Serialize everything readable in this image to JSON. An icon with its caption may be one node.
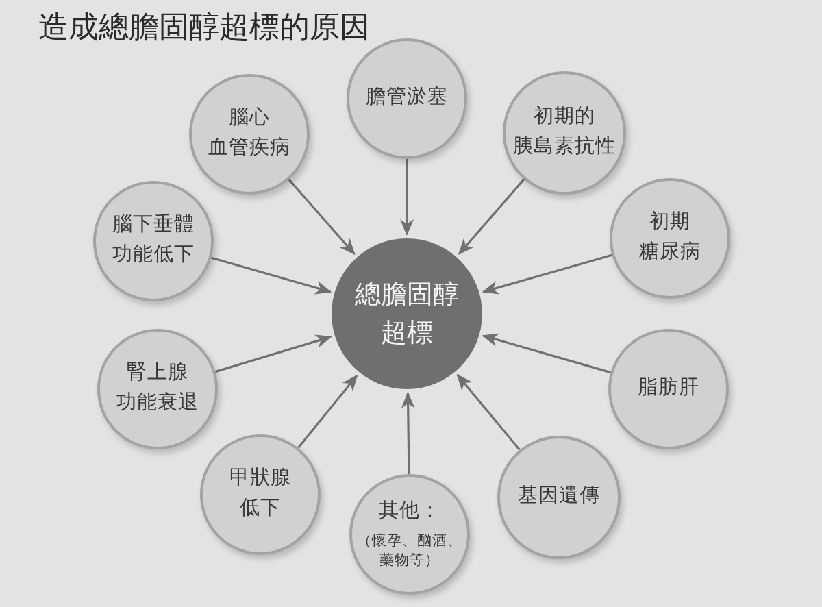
{
  "diagram": {
    "title": "造成總膽固醇超標的原因",
    "nodes": [
      {
        "text": [
          "總膽固醇超標"
        ]
      },
      {
        "text": [
          "膽管淤塞"
        ]
      },
      {
        "text": [
          "初期的胰島素抗性"
        ]
      },
      {
        "text": [
          "初期糖尿病"
        ]
      },
      {
        "text": [
          "脂肪肝"
        ]
      },
      {
        "text": [
          "基因遺傳"
        ]
      },
      {
        "text": [
          "其他：",
          "（懷孕、酗酒、藥物等）"
        ]
      },
      {
        "text": [
          "甲狀腺低下"
        ]
      },
      {
        "text": [
          "腎上腺功能衰退"
        ]
      },
      {
        "text": [
          "腦下垂體功能低下"
        ]
      },
      {
        "text": [
          "腦心血管疾病"
        ]
      }
    ],
    "edges": [
      {
        "from": 1,
        "to": 0,
        "arrow": "to"
      },
      {
        "from": 2,
        "to": 0,
        "arrow": "to"
      },
      {
        "from": 3,
        "to": 0,
        "arrow": "to"
      },
      {
        "from": 4,
        "to": 0,
        "arrow": "to"
      },
      {
        "from": 5,
        "to": 0,
        "arrow": "to"
      },
      {
        "from": 6,
        "to": 0,
        "arrow": "to"
      },
      {
        "from": 7,
        "to": 0,
        "arrow": "to"
      },
      {
        "from": 8,
        "to": 0,
        "arrow": "to"
      },
      {
        "from": 9,
        "to": 0,
        "arrow": "to"
      },
      {
        "from": 10,
        "to": 0,
        "arrow": "to"
      }
    ]
  }
}
